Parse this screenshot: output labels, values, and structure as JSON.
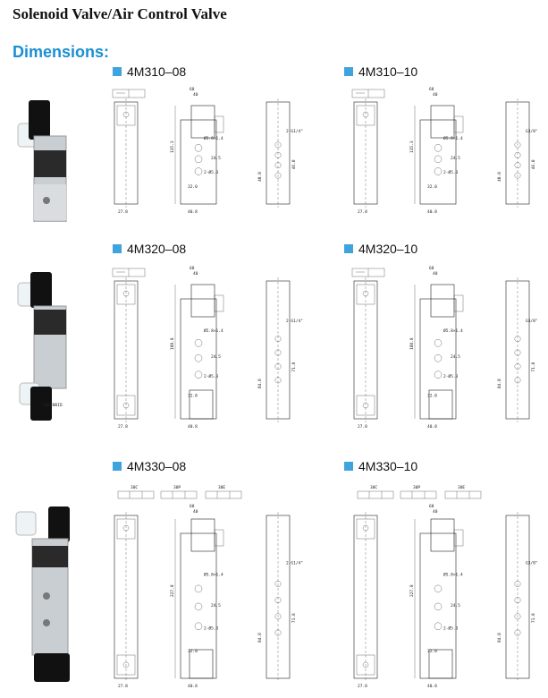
{
  "page": {
    "title": "Solenoid Valve/Air Control Valve",
    "subtitle": "Dimensions:"
  },
  "accent_color": "#3fa4de",
  "subtitle_color": "#1a8fd2",
  "models": [
    {
      "name": "4M310–08"
    },
    {
      "name": "4M310–10"
    },
    {
      "name": "4M320–08"
    },
    {
      "name": "4M320–10"
    },
    {
      "name": "4M330–08"
    },
    {
      "name": "4M330–10"
    }
  ],
  "dims": {
    "w68": "68",
    "w40": "40",
    "w27": "27.8",
    "w40b": "40.8",
    "w32": "32.0",
    "h135": "135.3",
    "h188": "188.8",
    "h227": "227.8",
    "h40": "40.0",
    "h46": "46.0",
    "h84": "84.8",
    "port1": "2-G1/4\"",
    "port2": "2-Ø5.3",
    "port3": "Ø5.8×1.4",
    "port4": "G3/8\"",
    "p24": "24.5",
    "p71": "71.8",
    "code30c": "30C",
    "code30p": "30P",
    "code30e": "30E"
  },
  "labels": {
    "solenoid": "SOLENOID"
  }
}
